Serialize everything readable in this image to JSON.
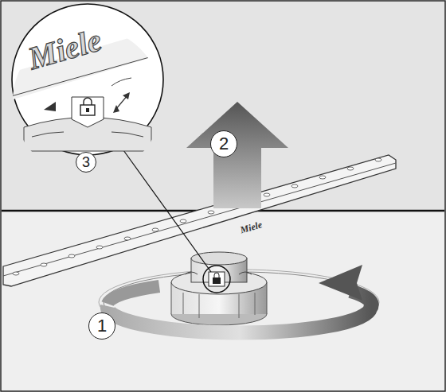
{
  "diagram": {
    "nodes": [
      {
        "text": [
          "2"
        ]
      },
      {
        "text": [
          "3"
        ]
      },
      {
        "text": [
          "1"
        ]
      }
    ],
    "labels": [
      "Miele",
      "Miele"
    ]
  }
}
